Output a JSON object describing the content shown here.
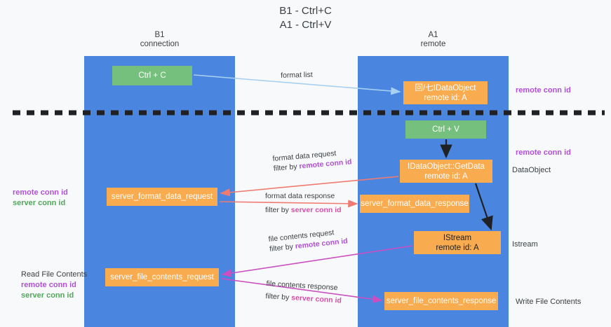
{
  "title": {
    "line1": "B1 - Ctrl+C",
    "line2": "A1 - Ctrl+V"
  },
  "columns": {
    "left": {
      "name": "B1",
      "role": "connection"
    },
    "right": {
      "name": "A1",
      "role": "remote"
    }
  },
  "colors": {
    "lane": "#4a86e0",
    "green_box": "#76c07d",
    "orange_box": "#f9ab50",
    "remote_conn_id": "#b14fd8",
    "server_conn_id": "#51a85a",
    "filter_pink": "#d84fa8",
    "arrow_blue": "#a8d0f0",
    "arrow_red": "#f07b72",
    "arrow_magenta": "#cc4fc2",
    "arrow_black": "#202124",
    "background": "#f8f9fa"
  },
  "boxes": {
    "ctrl_c": "Ctrl + C",
    "idataobject": {
      "line1": "回/七IDataObject",
      "line2": "remote id: A"
    },
    "ctrl_v": "Ctrl + V",
    "getdata": {
      "line1": "IDataObject::GetData",
      "line2": "remote id: A"
    },
    "server_format_data_request": "server_format_data_request",
    "server_format_data_response": "server_format_data_response",
    "istream": {
      "line1": "IStream",
      "line2": "remote id: A"
    },
    "server_file_contents_request": "server_file_contents_request",
    "server_file_contents_response": "server_file_contents_response"
  },
  "wire_labels": {
    "format_list": "format list",
    "format_data_request": {
      "line1": "format data request",
      "filter_prefix": "filter by ",
      "filter_key": "remote conn id"
    },
    "format_data_response": {
      "line1": "format data response",
      "filter_prefix": "filter by ",
      "filter_key": "server conn id"
    },
    "file_contents_request": {
      "line1": "file contents request",
      "filter_prefix": "filter by ",
      "filter_key": "remote conn id"
    },
    "file_contents_response": {
      "line1": "file contents response",
      "filter_prefix": "filter by ",
      "filter_key": "server conn id"
    }
  },
  "side_labels": {
    "right_remote_conn_id_top": "remote conn id",
    "right_remote_conn_id_mid": "remote conn id",
    "dataobject": "DataObject",
    "istream": "Istream",
    "write_file_contents": "Write File Contents",
    "left_remote_conn_id": "remote conn id",
    "left_server_conn_id": "server conn id",
    "read_file_contents": "Read File Contents",
    "left_remote_conn_id_2": "remote conn id",
    "left_server_conn_id_2": "server conn id"
  }
}
